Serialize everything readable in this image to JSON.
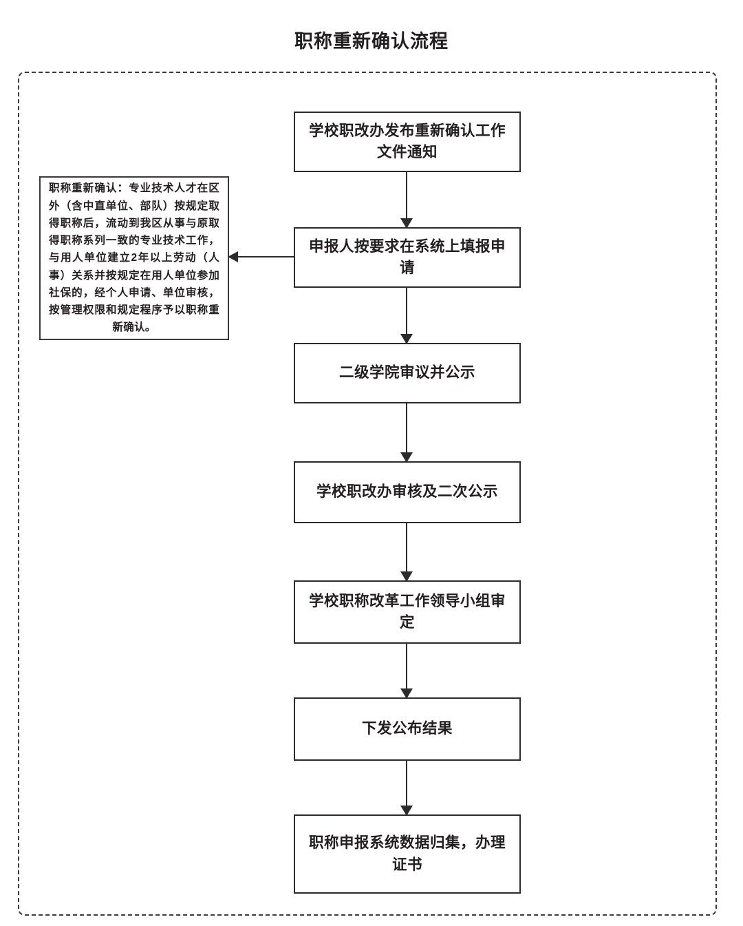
{
  "page": {
    "title": "职称重新确认流程",
    "background_color": "#ffffff",
    "line_color": "#2b2b2b",
    "frame_style": "dashed-rounded"
  },
  "note": {
    "text": "职称重新确认：专业技术人才在区外（含中直单位、部队）按规定取得职称后，流动到我区从事与原取得职称系列一致的专业技术工作，与用人单位建立2年以上劳动（人事）关系并按规定在用人单位参加社保的，经个人申请、单位审核，按管理权限和规定程序予以职称重新确认。",
    "connects_to_step": 2,
    "arrow_direction": "left"
  },
  "flow": {
    "steps": [
      {
        "index": 1,
        "label": "学校职改办发布重新确认工作文件通知"
      },
      {
        "index": 2,
        "label": "申报人按要求在系统上填报申请"
      },
      {
        "index": 3,
        "label": "二级学院审议并公示"
      },
      {
        "index": 4,
        "label": "学校职改办审核及二次公示"
      },
      {
        "index": 5,
        "label": "学校职称改革工作领导小组审定"
      },
      {
        "index": 6,
        "label": "下发公布结果"
      },
      {
        "index": 7,
        "label": "职称申报系统数据归集，办理证书"
      }
    ]
  }
}
